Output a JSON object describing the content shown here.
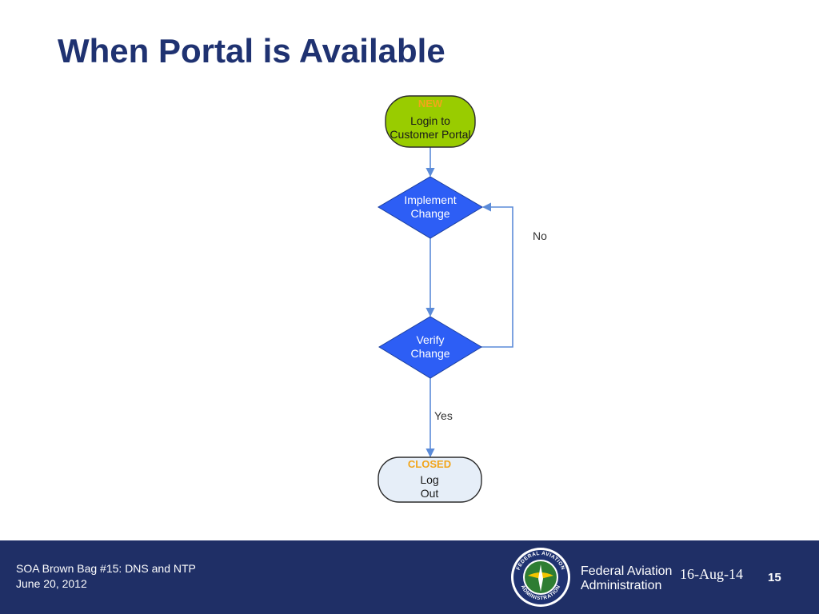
{
  "slide": {
    "title": "When Portal is Available"
  },
  "diagram": {
    "nodes": {
      "login": {
        "status": "NEW",
        "line1": "Login to",
        "line2": "Customer Portal"
      },
      "implement": {
        "line1": "Implement",
        "line2": "Change"
      },
      "verify": {
        "line1": "Verify",
        "line2": "Change"
      },
      "logout": {
        "status": "CLOSED",
        "line1": "Log",
        "line2": "Out"
      }
    },
    "edge_labels": {
      "no": "No",
      "yes": "Yes"
    },
    "colors": {
      "start_fill": "#99cc00",
      "decision_fill": "#2d5ef5",
      "end_fill": "#e6eef8",
      "status": "#f2a51a",
      "arrow": "#5b8bd8"
    }
  },
  "footer": {
    "event": "SOA Brown Bag #15: DNS and NTP",
    "event_date": "June 20, 2012",
    "agency_line1": "Federal Aviation",
    "agency_line2": "Administration",
    "date": "16-Aug-14",
    "page": "15",
    "seal_icon": "faa-seal-icon",
    "seal_text": "FEDERAL AVIATION ADMINISTRATION"
  }
}
